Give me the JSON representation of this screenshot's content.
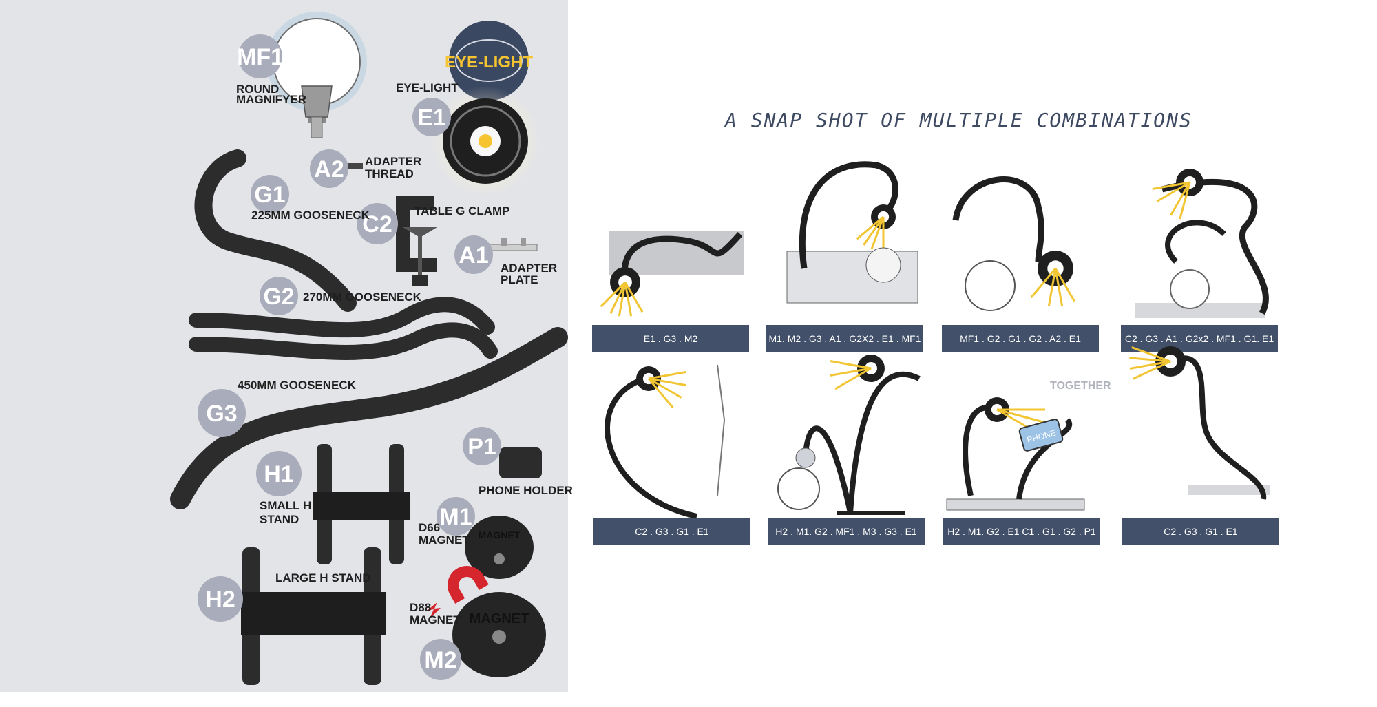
{
  "title": "A SNAP SHOT OF MULTIPLE COMBINATIONS",
  "logo_text": "EYE-LIGHT",
  "colors": {
    "panel": "#e3e4e8",
    "badge": "#a9acba",
    "caption": "#425069",
    "part": "#2c2c2c",
    "logo": "#3b4862",
    "logo_text": "#f5c430",
    "ray": "#f2c532",
    "magnet": "#d4262c"
  },
  "parts": [
    {
      "code": "MF1",
      "label1": "ROUND",
      "label2": "MAGNIFYER"
    },
    {
      "code": "E1",
      "label1": "EYE-LIGHT",
      "label2": ""
    },
    {
      "code": "A2",
      "label1": "ADAPTER",
      "label2": "THREAD"
    },
    {
      "code": "G1",
      "label1": "225MM GOOSENECK",
      "label2": ""
    },
    {
      "code": "C2",
      "label1": "TABLE G CLAMP",
      "label2": ""
    },
    {
      "code": "A1",
      "label1": "ADAPTER",
      "label2": "PLATE"
    },
    {
      "code": "G2",
      "label1": "270MM GOOSENECK",
      "label2": ""
    },
    {
      "code": "G3",
      "label1": "450MM GOOSENECK",
      "label2": ""
    },
    {
      "code": "P1",
      "label1": "PHONE HOLDER",
      "label2": ""
    },
    {
      "code": "H1",
      "label1": "SMALL H",
      "label2": "STAND"
    },
    {
      "code": "M1",
      "label1": "D66",
      "label2": "MAGNET"
    },
    {
      "code": "H2",
      "label1": "LARGE H STAND",
      "label2": ""
    },
    {
      "code": "M2",
      "label1": "D88",
      "label2": "MAGNET"
    }
  ],
  "magnet_text": "MAGNET",
  "combos": [
    {
      "caption": "E1 . G3 . M2"
    },
    {
      "caption": "M1. M2 . G3 . A1 . G2X2 . E1 . MF1"
    },
    {
      "caption": "MF1 . G2 . G1 . G2 . A2 . E1"
    },
    {
      "caption": "C2 . G3 . A1 . G2x2 . MF1 . G1. E1"
    },
    {
      "caption": "C2 . G3 . G1 . E1"
    },
    {
      "caption": "H2 . M1. G2 . MF1 . M3 . G3 . E1"
    },
    {
      "caption": "H2 . M1. G2 . E1 C1 . G1 . G2 . P1"
    },
    {
      "caption": "C2 . G3 . G1 . E1"
    }
  ],
  "together": "TOGETHER",
  "phone_label": "PHONE"
}
